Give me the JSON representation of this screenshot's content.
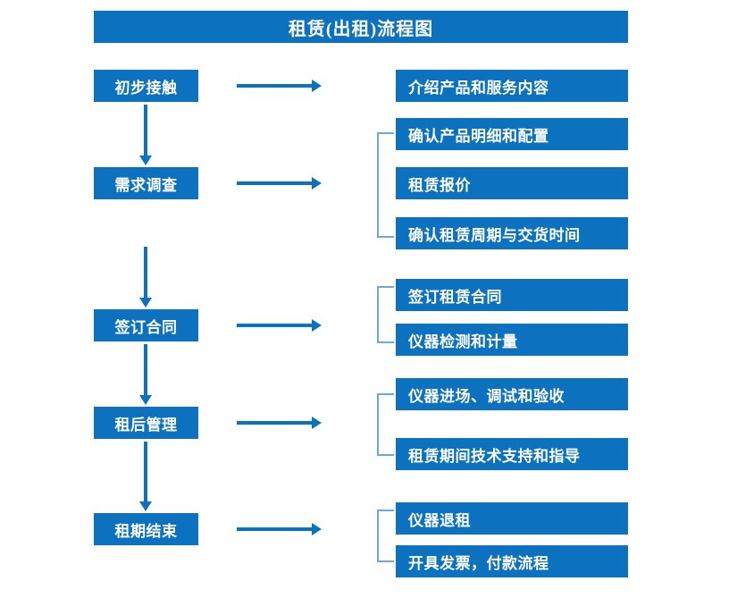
{
  "page": {
    "title": "租赁(出租)流程图",
    "accent_color": "#0C72C0",
    "bracket_color": "#6FA8D8",
    "text_color": "#FFFFFF",
    "background_color": "#FFFFFF"
  },
  "stages": [
    {
      "label": "初步接触"
    },
    {
      "label": "需求调查"
    },
    {
      "label": "签订合同"
    },
    {
      "label": "租后管理"
    },
    {
      "label": "租期结束"
    }
  ],
  "details": [
    {
      "label": "介绍产品和服务内容"
    },
    {
      "label": "确认产品明细和配置"
    },
    {
      "label": "租赁报价"
    },
    {
      "label": "确认租赁周期与交货时间"
    },
    {
      "label": "签订租赁合同"
    },
    {
      "label": "仪器检测和计量"
    },
    {
      "label": "仪器进场、调试和验收"
    },
    {
      "label": "租赁期间技术支持和指导"
    },
    {
      "label": "仪器退租"
    },
    {
      "label": "开具发票，付款流程"
    }
  ],
  "groups": [
    {
      "stage": "需求调查",
      "details": [
        "确认产品明细和配置",
        "租赁报价",
        "确认租赁周期与交货时间"
      ]
    },
    {
      "stage": "签订合同",
      "details": [
        "签订租赁合同",
        "仪器检测和计量"
      ]
    },
    {
      "stage": "租后管理",
      "details": [
        "仪器进场、调试和验收",
        "租赁期间技术支持和指导"
      ]
    },
    {
      "stage": "租期结束",
      "details": [
        "仪器退租",
        "开具发票，付款流程"
      ]
    }
  ],
  "connectors": {
    "horizontal_count": 5,
    "vertical_count": 4,
    "direction_horizontal": "left-to-right",
    "direction_vertical": "top-to-bottom"
  }
}
